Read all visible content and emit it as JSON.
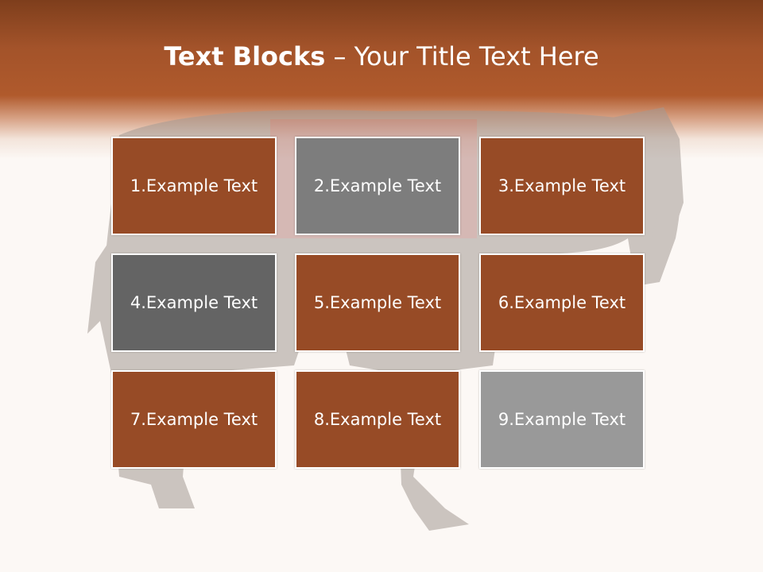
{
  "slide": {
    "title_bold": "Text Blocks",
    "title_dash": " – ",
    "title_rest": "Your Title Text Here"
  },
  "blocks": [
    {
      "label": "1.Example Text",
      "color": "#974b26"
    },
    {
      "label": "2.Example Text",
      "color": "#7d7d7d"
    },
    {
      "label": "3.Example Text",
      "color": "#974b26"
    },
    {
      "label": "4.Example Text",
      "color": "#646464"
    },
    {
      "label": "5.Example Text",
      "color": "#974b26"
    },
    {
      "label": "6.Example Text",
      "color": "#974b26"
    },
    {
      "label": "7.Example Text",
      "color": "#974b26"
    },
    {
      "label": "8.Example Text",
      "color": "#974b26"
    },
    {
      "label": "9.Example Text",
      "color": "#999999"
    }
  ]
}
